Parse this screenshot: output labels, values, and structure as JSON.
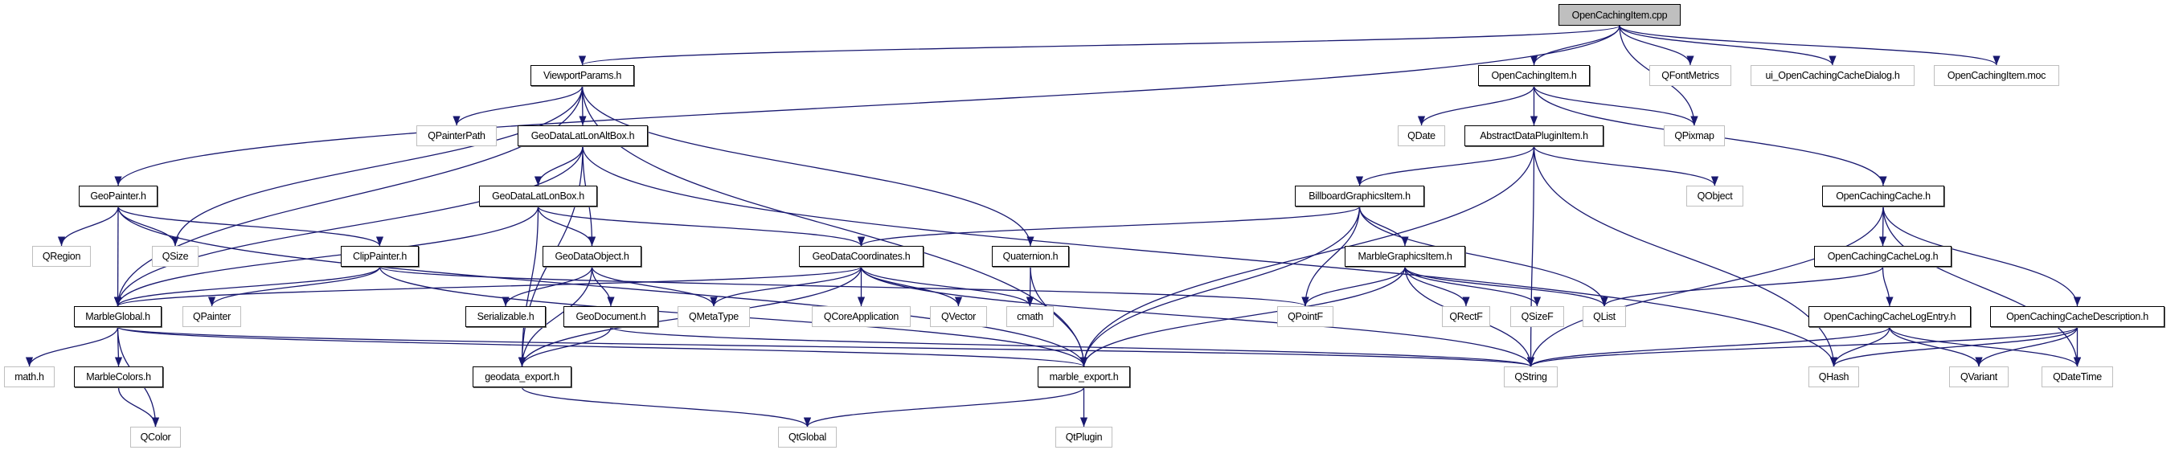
{
  "colors": {
    "edge": "#191970",
    "documented_border": "#000000",
    "external_border": "#bfbfbf",
    "root_fill": "#bfbfbf"
  },
  "nodes": {
    "cpp": {
      "label": "OpenCachingItem.cpp",
      "kind": "root"
    },
    "ViewportParams": {
      "label": "ViewportParams.h",
      "kind": "doc"
    },
    "OpenCachingItemH": {
      "label": "OpenCachingItem.h",
      "kind": "doc"
    },
    "QFontMetrics": {
      "label": "QFontMetrics",
      "kind": "ext"
    },
    "uiDialog": {
      "label": "ui_OpenCachingCacheDialog.h",
      "kind": "ext"
    },
    "moc": {
      "label": "OpenCachingItem.moc",
      "kind": "ext"
    },
    "QPainterPath": {
      "label": "QPainterPath",
      "kind": "ext"
    },
    "AltBox": {
      "label": "GeoDataLatLonAltBox.h",
      "kind": "doc"
    },
    "QDate": {
      "label": "QDate",
      "kind": "ext"
    },
    "AbstractDataPluginItem": {
      "label": "AbstractDataPluginItem.h",
      "kind": "doc"
    },
    "QPixmap": {
      "label": "QPixmap",
      "kind": "ext"
    },
    "GeoPainter": {
      "label": "GeoPainter.h",
      "kind": "doc"
    },
    "LatLonBox": {
      "label": "GeoDataLatLonBox.h",
      "kind": "doc"
    },
    "Billboard": {
      "label": "BillboardGraphicsItem.h",
      "kind": "doc"
    },
    "QObject": {
      "label": "QObject",
      "kind": "ext"
    },
    "OpenCachingCache": {
      "label": "OpenCachingCache.h",
      "kind": "doc"
    },
    "QRegion": {
      "label": "QRegion",
      "kind": "ext"
    },
    "QSize": {
      "label": "QSize",
      "kind": "ext"
    },
    "ClipPainter": {
      "label": "ClipPainter.h",
      "kind": "doc"
    },
    "GeoDataObject": {
      "label": "GeoDataObject.h",
      "kind": "doc"
    },
    "GeoDataCoordinates": {
      "label": "GeoDataCoordinates.h",
      "kind": "doc"
    },
    "Quaternion": {
      "label": "Quaternion.h",
      "kind": "doc"
    },
    "MarbleGraphicsItem": {
      "label": "MarbleGraphicsItem.h",
      "kind": "doc"
    },
    "CacheLog": {
      "label": "OpenCachingCacheLog.h",
      "kind": "doc"
    },
    "MarbleGlobal": {
      "label": "MarbleGlobal.h",
      "kind": "doc"
    },
    "QPainter": {
      "label": "QPainter",
      "kind": "ext"
    },
    "Serializable": {
      "label": "Serializable.h",
      "kind": "doc"
    },
    "GeoDocument": {
      "label": "GeoDocument.h",
      "kind": "doc"
    },
    "QMetaType": {
      "label": "QMetaType",
      "kind": "ext"
    },
    "QCoreApplication": {
      "label": "QCoreApplication",
      "kind": "ext"
    },
    "QVector": {
      "label": "QVector",
      "kind": "ext"
    },
    "cmath": {
      "label": "cmath",
      "kind": "ext"
    },
    "QPointF": {
      "label": "QPointF",
      "kind": "ext"
    },
    "QRectF": {
      "label": "QRectF",
      "kind": "ext"
    },
    "QSizeF": {
      "label": "QSizeF",
      "kind": "ext"
    },
    "QList": {
      "label": "QList",
      "kind": "ext"
    },
    "LogEntry": {
      "label": "OpenCachingCacheLogEntry.h",
      "kind": "doc"
    },
    "Description": {
      "label": "OpenCachingCacheDescription.h",
      "kind": "doc"
    },
    "mathh": {
      "label": "math.h",
      "kind": "ext"
    },
    "MarbleColors": {
      "label": "MarbleColors.h",
      "kind": "doc"
    },
    "geodataExport": {
      "label": "geodata_export.h",
      "kind": "doc"
    },
    "marbleExport": {
      "label": "marble_export.h",
      "kind": "doc"
    },
    "QString": {
      "label": "QString",
      "kind": "ext"
    },
    "QHash": {
      "label": "QHash",
      "kind": "ext"
    },
    "QVariant": {
      "label": "QVariant",
      "kind": "ext"
    },
    "QDateTime": {
      "label": "QDateTime",
      "kind": "ext"
    },
    "QColor": {
      "label": "QColor",
      "kind": "ext"
    },
    "QtGlobal": {
      "label": "QtGlobal",
      "kind": "ext"
    },
    "QtPlugin": {
      "label": "QtPlugin",
      "kind": "ext"
    }
  },
  "edges": [
    [
      "cpp",
      "ViewportParams"
    ],
    [
      "cpp",
      "GeoPainter"
    ],
    [
      "cpp",
      "OpenCachingItemH"
    ],
    [
      "cpp",
      "QPixmap"
    ],
    [
      "cpp",
      "QFontMetrics"
    ],
    [
      "cpp",
      "uiDialog"
    ],
    [
      "cpp",
      "moc"
    ],
    [
      "ViewportParams",
      "QSize"
    ],
    [
      "ViewportParams",
      "MarbleGlobal"
    ],
    [
      "ViewportParams",
      "QPainterPath"
    ],
    [
      "ViewportParams",
      "AltBox"
    ],
    [
      "ViewportParams",
      "Quaternion"
    ],
    [
      "ViewportParams",
      "marbleExport"
    ],
    [
      "AltBox",
      "LatLonBox"
    ],
    [
      "AltBox",
      "GeoDataObject"
    ],
    [
      "AltBox",
      "MarbleGlobal"
    ],
    [
      "AltBox",
      "geodataExport"
    ],
    [
      "AltBox",
      "QHash"
    ],
    [
      "GeoPainter",
      "QRegion"
    ],
    [
      "GeoPainter",
      "QSize"
    ],
    [
      "GeoPainter",
      "MarbleGlobal"
    ],
    [
      "GeoPainter",
      "ClipPainter"
    ],
    [
      "GeoPainter",
      "marbleExport"
    ],
    [
      "LatLonBox",
      "MarbleGlobal"
    ],
    [
      "LatLonBox",
      "GeoDataObject"
    ],
    [
      "LatLonBox",
      "geodataExport"
    ],
    [
      "LatLonBox",
      "GeoDataCoordinates"
    ],
    [
      "ClipPainter",
      "MarbleGlobal"
    ],
    [
      "ClipPainter",
      "QPainter"
    ],
    [
      "ClipPainter",
      "QPointF"
    ],
    [
      "ClipPainter",
      "marbleExport"
    ],
    [
      "GeoDataObject",
      "Serializable"
    ],
    [
      "GeoDataObject",
      "GeoDocument"
    ],
    [
      "GeoDataObject",
      "QMetaType"
    ],
    [
      "GeoDataObject",
      "geodataExport"
    ],
    [
      "GeoDataCoordinates",
      "MarbleGlobal"
    ],
    [
      "GeoDataCoordinates",
      "QMetaType"
    ],
    [
      "GeoDataCoordinates",
      "QCoreApplication"
    ],
    [
      "GeoDataCoordinates",
      "QVector"
    ],
    [
      "GeoDataCoordinates",
      "cmath"
    ],
    [
      "GeoDataCoordinates",
      "geodataExport"
    ],
    [
      "GeoDataCoordinates",
      "QString"
    ],
    [
      "Quaternion",
      "cmath"
    ],
    [
      "Quaternion",
      "marbleExport"
    ],
    [
      "MarbleGlobal",
      "mathh"
    ],
    [
      "MarbleGlobal",
      "MarbleColors"
    ],
    [
      "MarbleGlobal",
      "QColor"
    ],
    [
      "MarbleGlobal",
      "QString"
    ],
    [
      "MarbleGlobal",
      "marbleExport"
    ],
    [
      "MarbleColors",
      "QColor"
    ],
    [
      "GeoDocument",
      "geodataExport"
    ],
    [
      "GeoDocument",
      "QString"
    ],
    [
      "geodataExport",
      "QtGlobal"
    ],
    [
      "marbleExport",
      "QtGlobal"
    ],
    [
      "marbleExport",
      "QtPlugin"
    ],
    [
      "OpenCachingItemH",
      "QDate"
    ],
    [
      "OpenCachingItemH",
      "AbstractDataPluginItem"
    ],
    [
      "OpenCachingItemH",
      "QPixmap"
    ],
    [
      "OpenCachingItemH",
      "OpenCachingCache"
    ],
    [
      "AbstractDataPluginItem",
      "Billboard"
    ],
    [
      "AbstractDataPluginItem",
      "marbleExport"
    ],
    [
      "AbstractDataPluginItem",
      "QObject"
    ],
    [
      "AbstractDataPluginItem",
      "QString"
    ],
    [
      "AbstractDataPluginItem",
      "QHash"
    ],
    [
      "Billboard",
      "GeoDataCoordinates"
    ],
    [
      "Billboard",
      "MarbleGraphicsItem"
    ],
    [
      "Billboard",
      "QPointF"
    ],
    [
      "Billboard",
      "QList"
    ],
    [
      "Billboard",
      "marbleExport"
    ],
    [
      "MarbleGraphicsItem",
      "QPointF"
    ],
    [
      "MarbleGraphicsItem",
      "QRectF"
    ],
    [
      "MarbleGraphicsItem",
      "QSizeF"
    ],
    [
      "MarbleGraphicsItem",
      "QList"
    ],
    [
      "MarbleGraphicsItem",
      "QString"
    ],
    [
      "MarbleGraphicsItem",
      "marbleExport"
    ],
    [
      "OpenCachingCache",
      "CacheLog"
    ],
    [
      "OpenCachingCache",
      "Description"
    ],
    [
      "OpenCachingCache",
      "QString"
    ],
    [
      "OpenCachingCache",
      "QDateTime"
    ],
    [
      "CacheLog",
      "LogEntry"
    ],
    [
      "CacheLog",
      "QList"
    ],
    [
      "LogEntry",
      "QString"
    ],
    [
      "LogEntry",
      "QHash"
    ],
    [
      "LogEntry",
      "QVariant"
    ],
    [
      "LogEntry",
      "QDateTime"
    ],
    [
      "Description",
      "QString"
    ],
    [
      "Description",
      "QHash"
    ],
    [
      "Description",
      "QVariant"
    ],
    [
      "Description",
      "QDateTime"
    ]
  ]
}
